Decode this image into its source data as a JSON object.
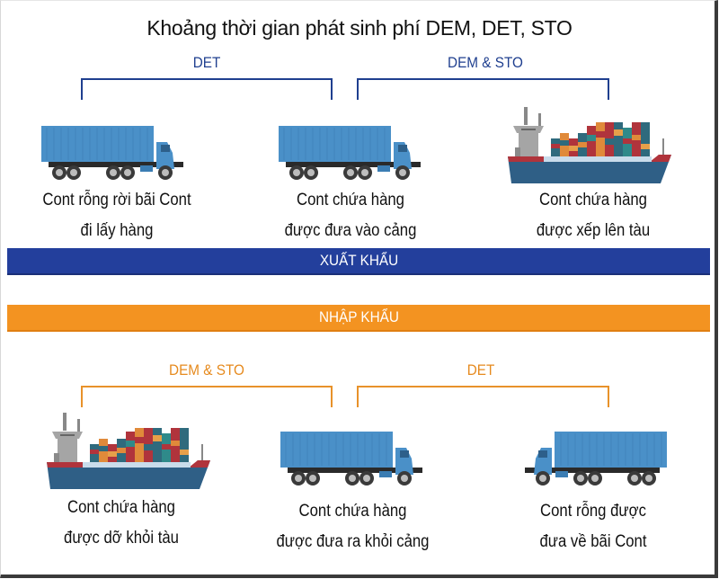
{
  "title": "Khoảng thời gian phát sinh phí DEM, DET, STO",
  "colors": {
    "export_band": "#233f9c",
    "import_band": "#f39321",
    "export_label": "#1f3f8f",
    "import_label": "#e68a1e",
    "container_blue": "#4a90c8",
    "ship_hull": "#2f5f86"
  },
  "export": {
    "band_label": "XUẤT KHẨU",
    "periods": [
      {
        "label": "DET"
      },
      {
        "label": "DEM & STO"
      }
    ],
    "steps": [
      {
        "icon": "container-truck-icon",
        "line1": "Cont rỗng rời bãi Cont",
        "line2": "đi lấy hàng"
      },
      {
        "icon": "container-truck-icon",
        "line1": "Cont chứa hàng",
        "line2": "được đưa vào cảng"
      },
      {
        "icon": "container-ship-icon",
        "line1": "Cont chứa hàng",
        "line2": "được xếp lên tàu"
      }
    ]
  },
  "import": {
    "band_label": "NHẬP KHẨU",
    "periods": [
      {
        "label": "DEM & STO"
      },
      {
        "label": "DET"
      }
    ],
    "steps": [
      {
        "icon": "container-ship-icon",
        "line1": "Cont chứa hàng",
        "line2": "được dỡ khỏi tàu"
      },
      {
        "icon": "container-truck-icon",
        "line1": "Cont chứa hàng",
        "line2": "được đưa ra khỏi cảng"
      },
      {
        "icon": "container-truck-icon",
        "line1": "Cont rỗng được",
        "line2": "đưa về bãi Cont"
      }
    ]
  }
}
